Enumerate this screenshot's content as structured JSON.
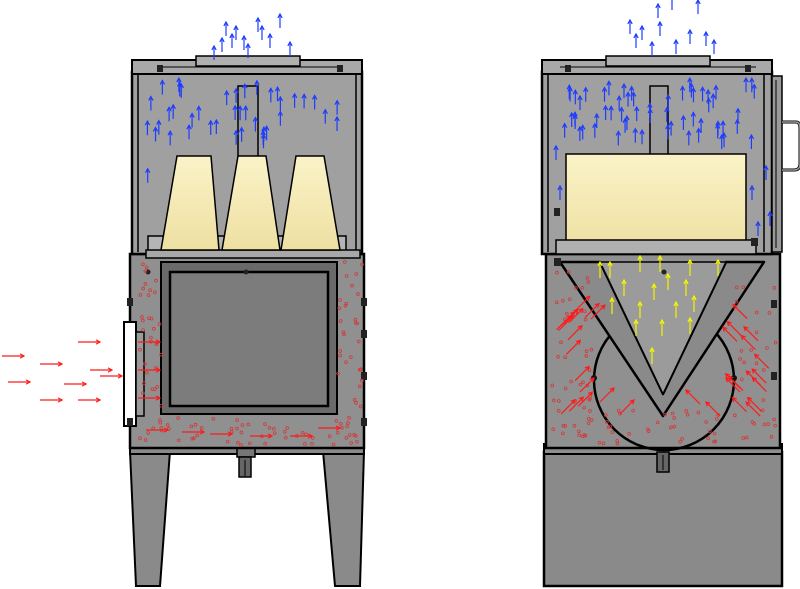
{
  "colors": {
    "background": "#ffffff",
    "outline": "#000000",
    "body_gray": "#888888",
    "housing_gray": "#9a9a9a",
    "dark_gray": "#6f6f6f",
    "filter_cream": "#f7eebb",
    "exhaust_arrow": "#1e3cff",
    "inlet_arrow": "#ff1a1a",
    "inner_arrow": "#f5f500",
    "particle": "#d23a3a"
  },
  "views": [
    {
      "id": "cone-filter-unit",
      "filter_style": "three-cones",
      "has_side_inlet": true,
      "has_door_handle": false,
      "base_style": "legs"
    },
    {
      "id": "panel-filter-unit",
      "filter_style": "flat-panel",
      "has_side_inlet": false,
      "has_door_handle": true,
      "base_style": "closed-cabinet"
    }
  ],
  "icons": {
    "exhaust": "up-arrow-icon",
    "inlet": "right-arrow-icon",
    "particle": "dust-particle-icon"
  }
}
